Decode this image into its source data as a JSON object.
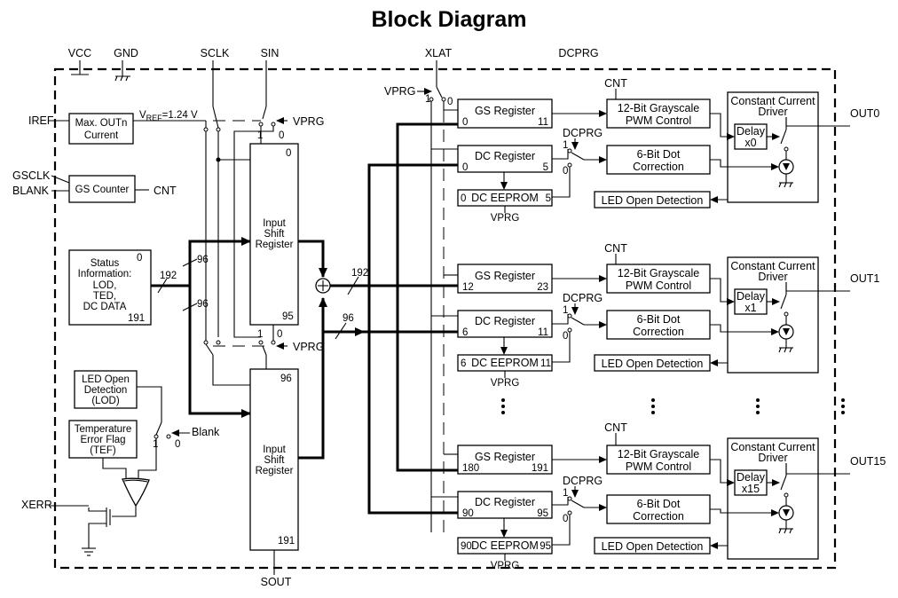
{
  "title": "Block Diagram",
  "pins": {
    "vcc": "VCC",
    "gnd": "GND",
    "sclk": "SCLK",
    "sin": "SIN",
    "xlat": "XLAT",
    "dcprg": "DCPRG",
    "iref": "IREF",
    "gsclk": "GSCLK",
    "blank": "BLANK",
    "xerr": "XERR",
    "sout": "SOUT",
    "out0": "OUT0",
    "out1": "OUT1",
    "out15": "OUT15"
  },
  "labels": {
    "vref_v": "V",
    "vref_sub": "REF",
    "vref_val": "=1.24 V",
    "vprg": "VPRG",
    "cnt": "CNT",
    "dcprg": "DCPRG",
    "blank_sw": "Blank",
    "one": "1",
    "zero": "0",
    "bus192": "192",
    "bus96": "96"
  },
  "blocks": {
    "max_out": [
      "Max. OUTn",
      "Current"
    ],
    "gs_counter": "GS Counter",
    "status": [
      "Status",
      "Information:",
      "LOD,",
      "TED,",
      "DC DATA"
    ],
    "status_top": "0",
    "status_bot": "191",
    "shift1": [
      "Input",
      "Shift",
      "Register"
    ],
    "shift1_top": "0",
    "shift1_bot": "95",
    "shift2": [
      "Input",
      "Shift",
      "Register"
    ],
    "shift2_top": "96",
    "shift2_bot": "191",
    "lod": [
      "LED Open",
      "Detection",
      "(LOD)"
    ],
    "tef": [
      "Temperature",
      "Error Flag",
      "(TEF)"
    ]
  },
  "channels": [
    {
      "gs_label": "GS Register",
      "gs_lo": "0",
      "gs_hi": "11",
      "dc_label": "DC Register",
      "dc_lo": "0",
      "dc_hi": "5",
      "ee_label": "DC EEPROM",
      "ee_lo": "0",
      "ee_hi": "5",
      "pwm": [
        "12-Bit Grayscale",
        "PWM Control"
      ],
      "dot": [
        "6-Bit Dot",
        "Correction"
      ],
      "ccd": [
        "Constant Current",
        "Driver"
      ],
      "delay": [
        "Delay",
        "x0"
      ],
      "lod": "LED Open Detection",
      "out": "OUT0"
    },
    {
      "gs_label": "GS Register",
      "gs_lo": "12",
      "gs_hi": "23",
      "dc_label": "DC Register",
      "dc_lo": "6",
      "dc_hi": "11",
      "ee_label": "DC EEPROM",
      "ee_lo": "6",
      "ee_hi": "11",
      "pwm": [
        "12-Bit Grayscale",
        "PWM Control"
      ],
      "dot": [
        "6-Bit Dot",
        "Correction"
      ],
      "ccd": [
        "Constant Current",
        "Driver"
      ],
      "delay": [
        "Delay",
        "x1"
      ],
      "lod": "LED Open Detection",
      "out": "OUT1"
    },
    {
      "gs_label": "GS Register",
      "gs_lo": "180",
      "gs_hi": "191",
      "dc_label": "DC Register",
      "dc_lo": "90",
      "dc_hi": "95",
      "ee_label": "DC EEPROM",
      "ee_lo": "90",
      "ee_hi": "95",
      "pwm": [
        "12-Bit Grayscale",
        "PWM Control"
      ],
      "dot": [
        "6-Bit Dot",
        "Correction"
      ],
      "ccd": [
        "Constant Current",
        "Driver"
      ],
      "delay": [
        "Delay",
        "x15"
      ],
      "lod": "LED Open Detection",
      "out": "OUT15"
    }
  ]
}
